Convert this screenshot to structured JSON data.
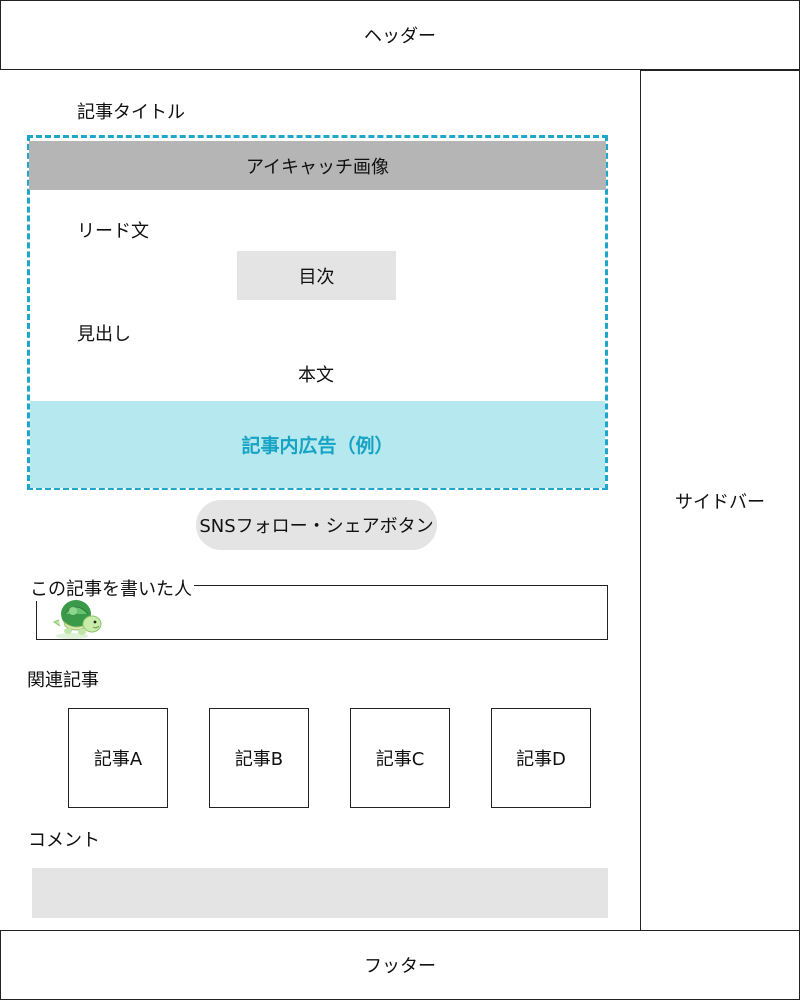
{
  "header": {
    "label": "ヘッダー"
  },
  "sidebar": {
    "label": "サイドバー"
  },
  "footer": {
    "label": "フッター"
  },
  "article": {
    "title": "記事タイトル",
    "eyecatch": "アイキャッチ画像",
    "lead": "リード文",
    "toc": "目次",
    "heading": "見出し",
    "body": "本文",
    "ad": "記事内広告（例）"
  },
  "sns": {
    "label": "SNSフォロー・シェアボタン"
  },
  "author": {
    "label": "この記事を書いた人",
    "avatar_icon": "turtle-icon"
  },
  "related": {
    "label": "関連記事",
    "items": [
      "記事A",
      "記事B",
      "記事C",
      "記事D"
    ]
  },
  "comment": {
    "label": "コメント"
  },
  "colors": {
    "accent": "#20a6c8",
    "ad_background": "#b6e8ef",
    "ad_text": "#16a3c4",
    "eyecatch_background": "#b5b5b5",
    "placeholder_gray": "#e4e4e4"
  }
}
